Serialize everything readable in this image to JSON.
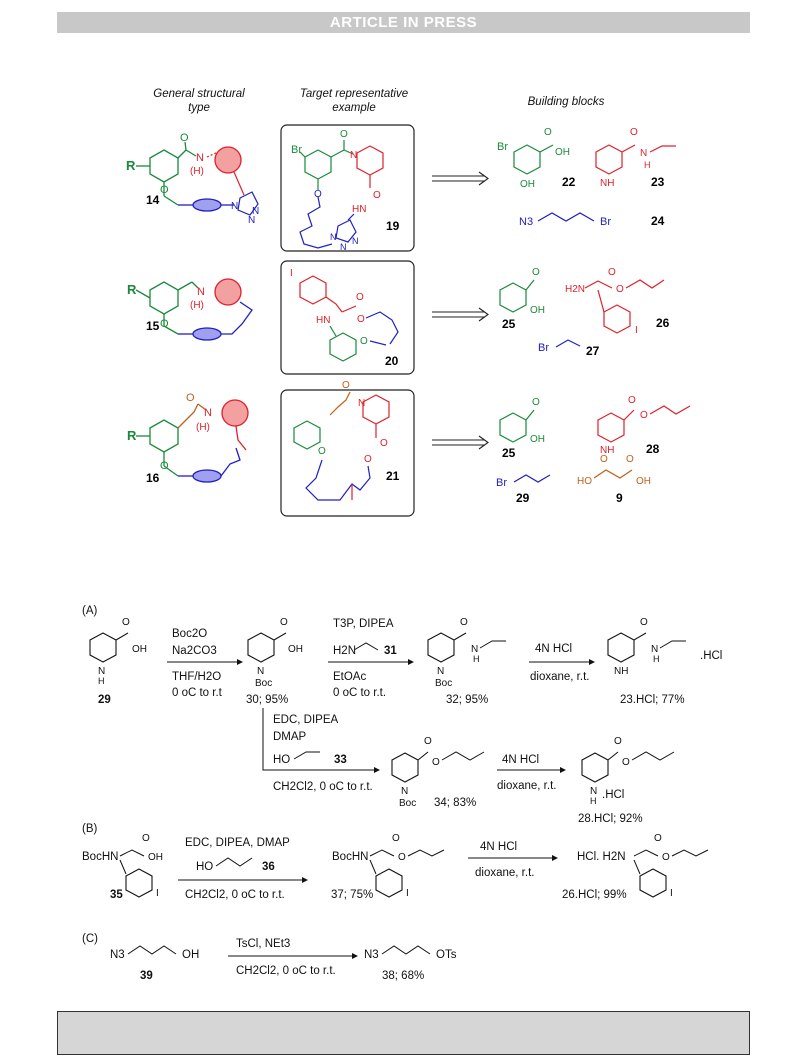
{
  "banner": "ARTICLE IN PRESS",
  "fig1": {
    "headers": {
      "general1": "General structural",
      "general2": "type",
      "target1": "Target representative",
      "target2": "example",
      "blocks": "Building blocks"
    },
    "rows": [
      {
        "type_id": "14",
        "example_id": "19",
        "blocks": [
          "22",
          "23",
          "24"
        ],
        "R": "R",
        "H": "(H)",
        "Br": "Br",
        "N3": "N3"
      },
      {
        "type_id": "15",
        "example_id": "20",
        "blocks": [
          "25",
          "26",
          "27"
        ],
        "R": "R",
        "H": "(H)",
        "I": "I",
        "H2N": "H2N",
        "Br": "Br"
      },
      {
        "type_id": "16",
        "example_id": "21",
        "blocks": [
          "25",
          "28",
          "29",
          "9"
        ],
        "R": "R",
        "H": "(H)",
        "Br": "Br",
        "HO": "HO",
        "OH": "OH"
      }
    ]
  },
  "scheme": {
    "A": {
      "label": "(A)",
      "c29": "29",
      "r1": [
        "Boc2O",
        "Na2CO3",
        "THF/H2O",
        "0 oC to r.t"
      ],
      "c30": "30; 95%",
      "r2": [
        "T3P, DIPEA",
        "H2N",
        "31",
        "EtOAc",
        "0 oC to r.t."
      ],
      "c32": "32; 95%",
      "r3": [
        "4N HCl",
        "dioxane, r.t."
      ],
      "c23": "23.HCl; 77%",
      "hcl": ".HCl",
      "r4": [
        "EDC, DIPEA",
        "DMAP",
        "HO",
        "33",
        "CH2Cl2, 0 oC to r.t."
      ],
      "c34": "34; 83%",
      "r5": [
        "4N HCl",
        "dioxane, r.t."
      ],
      "c28": "28.HCl; 92%"
    },
    "B": {
      "label": "(B)",
      "c35": "35",
      "r1": [
        "EDC, DIPEA, DMAP",
        "HO",
        "36",
        "CH2Cl2, 0 oC to r.t."
      ],
      "c37": "37; 75%",
      "r2": [
        "4N HCl",
        "dioxane, r.t."
      ],
      "c26": "26.HCl; 99%",
      "bochn": "BocHN",
      "hclh2n": "HCl. H2N"
    },
    "C": {
      "label": "(C)",
      "c39": "39",
      "r1": [
        "TsCl, NEt3",
        "CH2Cl2, 0 oC to r.t."
      ],
      "c38": "38; 68%",
      "n3": "N3",
      "oh": "OH",
      "ots": "OTs"
    }
  },
  "colors": {
    "green": "#1a8a3a",
    "red": "#e0202a",
    "blue": "#2020c0",
    "brown": "#c0601a",
    "pink": "#f2a0a0",
    "lavender": "#a0a0f0"
  }
}
